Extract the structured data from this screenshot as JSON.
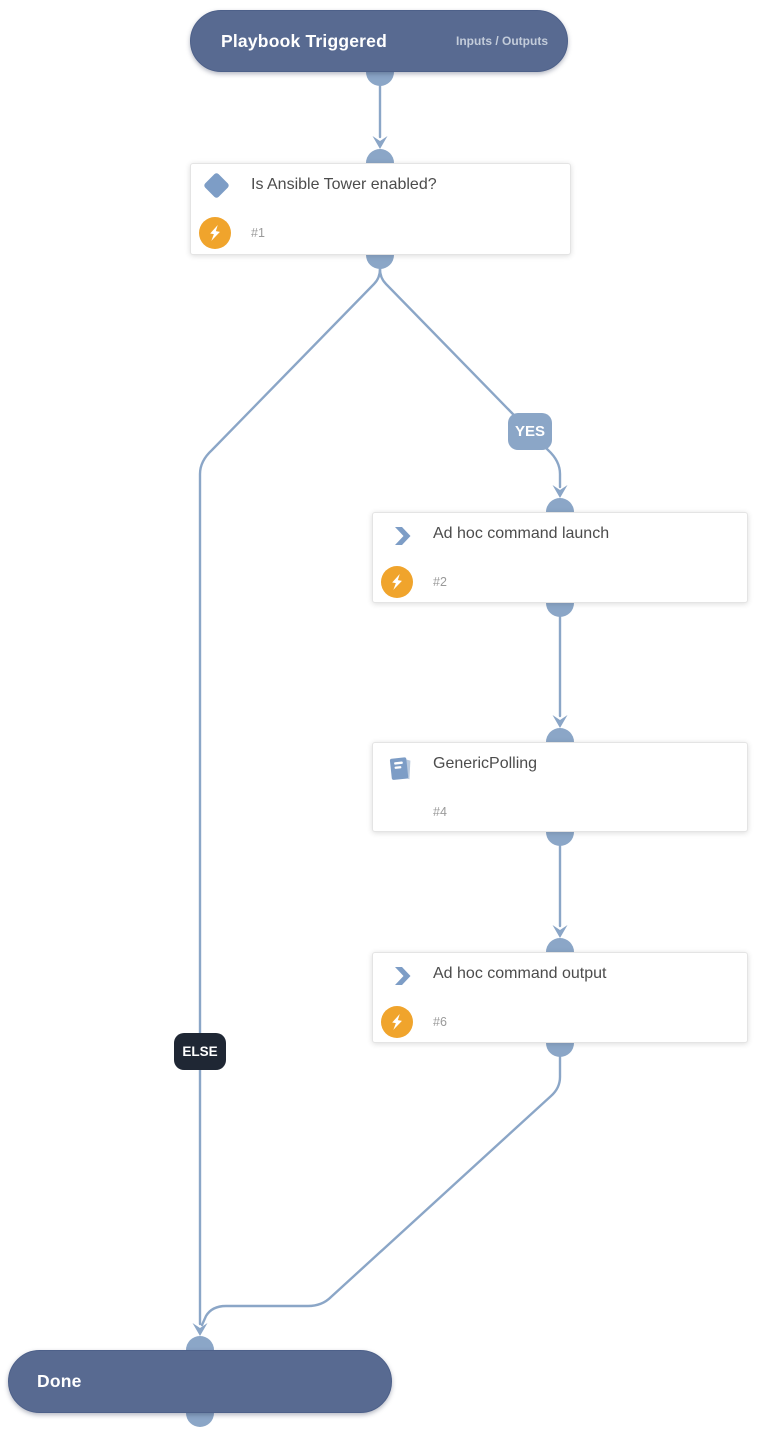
{
  "trigger": {
    "title": "Playbook Triggered",
    "inputs_outputs_label": "Inputs / Outputs"
  },
  "nodes": [
    {
      "type": "condition",
      "title": "Is Ansible Tower enabled?",
      "task_number": "#1",
      "icon": "condition-diamond-icon",
      "has_automation_badge": true
    },
    {
      "type": "command",
      "title": "Ad hoc command launch",
      "task_number": "#2",
      "icon": "command-chevron-icon",
      "has_automation_badge": true
    },
    {
      "type": "sub-playbook",
      "title": "GenericPolling",
      "task_number": "#4",
      "icon": "playbook-book-icon",
      "has_automation_badge": false
    },
    {
      "type": "command",
      "title": "Ad hoc command output",
      "task_number": "#6",
      "icon": "command-chevron-icon",
      "has_automation_badge": true
    }
  ],
  "branch_labels": {
    "yes": "YES",
    "else": "ELSE"
  },
  "done": {
    "title": "Done"
  },
  "colors": {
    "terminal_node_bg": "#586a91",
    "connector_blue": "#8ba6c7",
    "icon_blue": "#7d9dc6",
    "automation_badge_orange": "#f0a42c",
    "else_label_bg": "#1f2734",
    "card_title_text": "#4c4c4c",
    "task_number_text": "#9a9a9a"
  }
}
